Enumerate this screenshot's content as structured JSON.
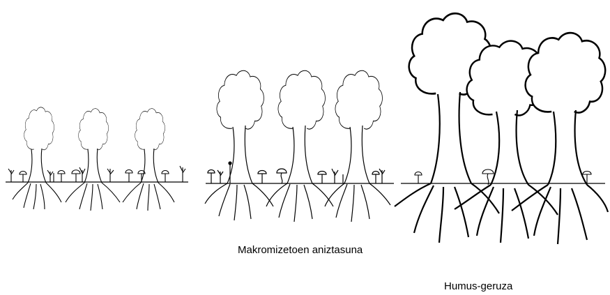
{
  "labels": {
    "macromycete_diversity": "Makromizetoen aniztasuna",
    "humus_layer": "Humus-geruza"
  },
  "colors": {
    "ink": "#000000",
    "background": "#ffffff"
  },
  "panels": [
    {
      "stage": "young-forest",
      "trees": 3
    },
    {
      "stage": "middle-forest",
      "trees": 3
    },
    {
      "stage": "mature-forest",
      "trees": 3
    }
  ]
}
